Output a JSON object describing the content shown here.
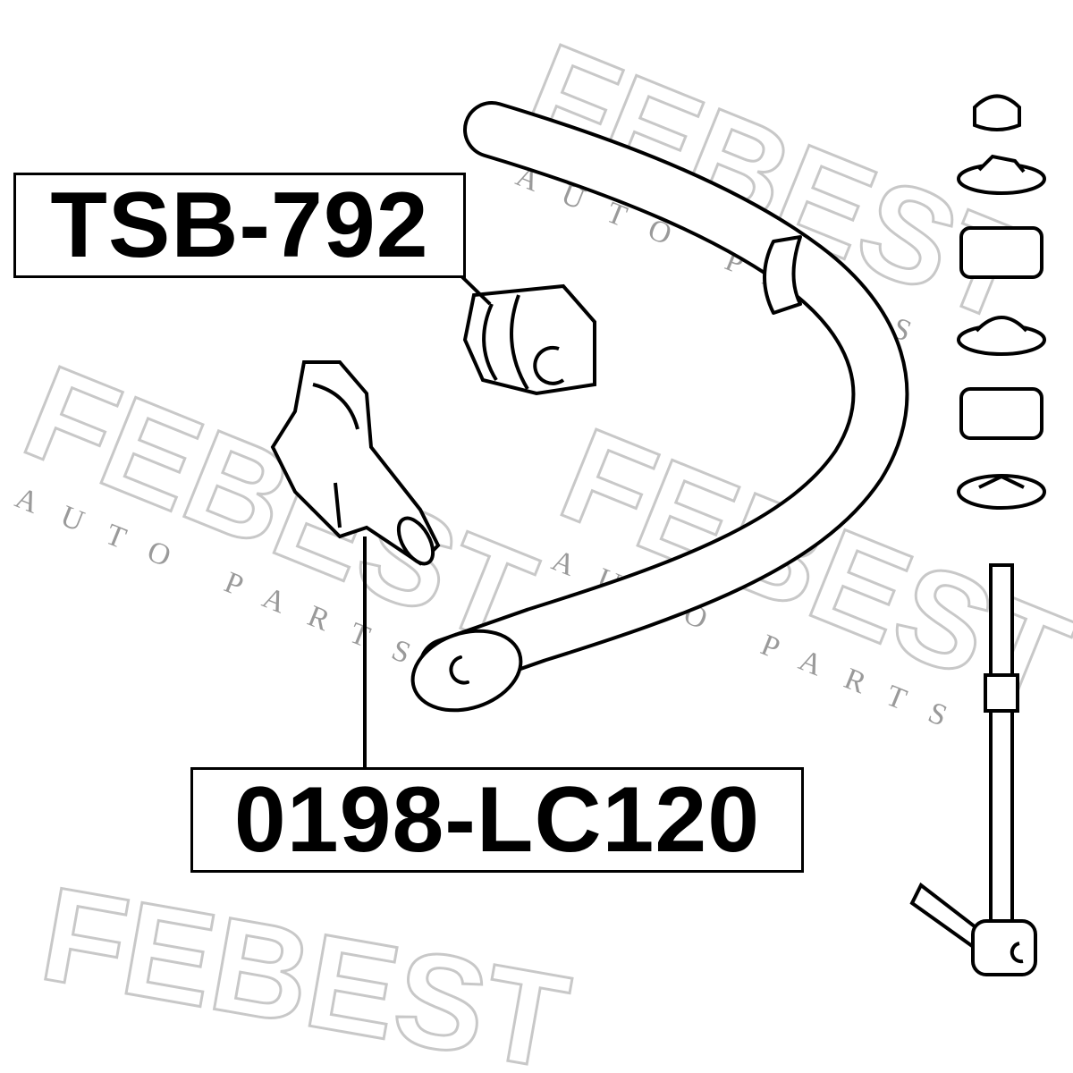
{
  "watermark": {
    "brand": "FEBEST",
    "tagline": "AUTO PARTS"
  },
  "labels": {
    "stabilizer_bushing": "TSB-792",
    "stabilizer_link": "0198-LC120"
  },
  "colors": {
    "line": "#000000",
    "watermark": "#c8c8c8",
    "background": "#ffffff"
  }
}
